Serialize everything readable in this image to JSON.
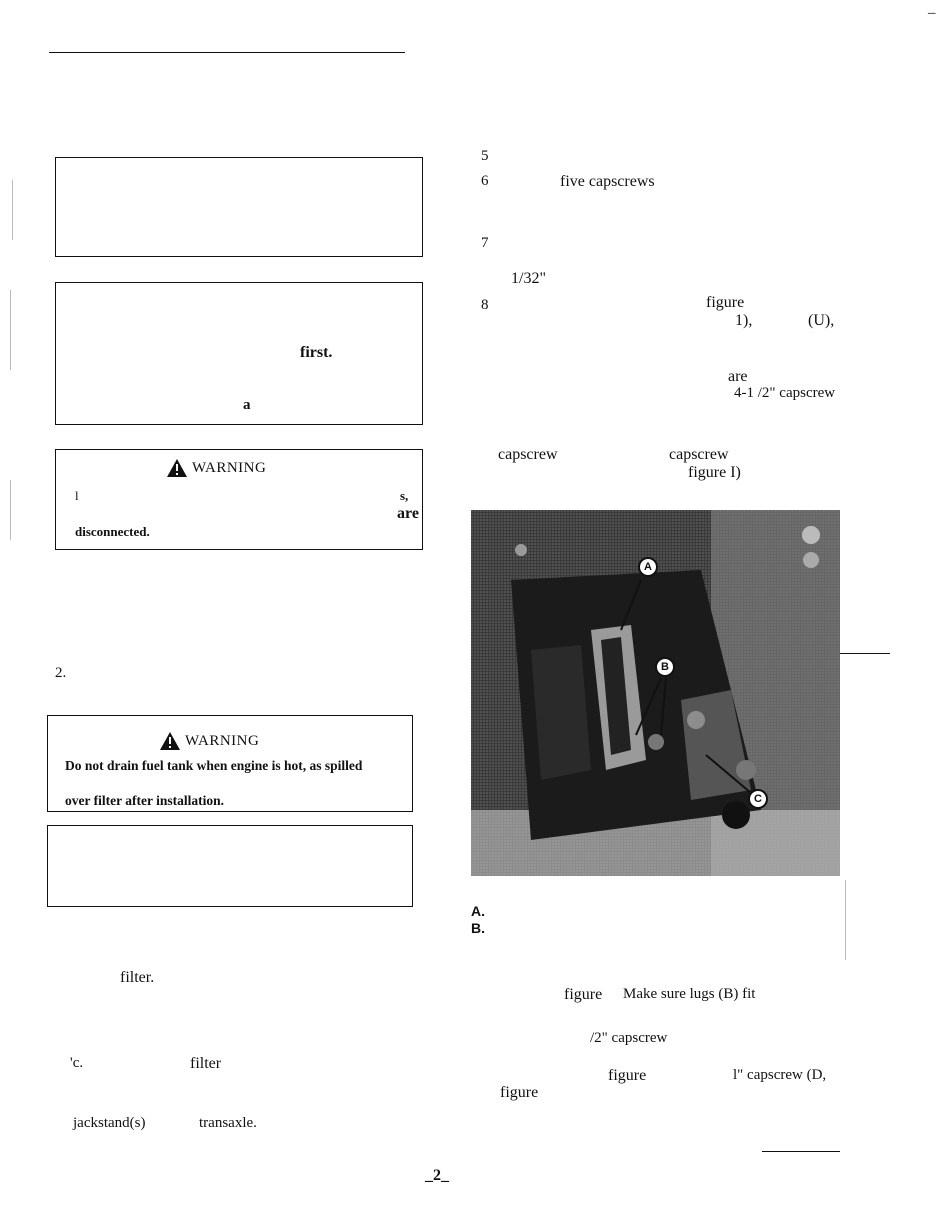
{
  "left_column": {
    "warning1": {
      "heading": "WARNING",
      "line1_start": "l",
      "line1_end": "s,",
      "line2_end": "are",
      "line3": "disconnected."
    },
    "box2": {
      "word_first": "first.",
      "letter_a": "a"
    },
    "step_2": "2.",
    "warning2": {
      "heading": "WARNING",
      "line1": "Do not drain fuel tank when engine is hot, as spilled",
      "line2": "over filter after installation."
    },
    "filter_word": "filter.",
    "step_c": "'c.",
    "step_c_filter": "filter",
    "jackstand": "jackstand(s)",
    "transaxle": "transaxle."
  },
  "right_column": {
    "step5": "5",
    "step6": "6",
    "step6_text": "five capscrews",
    "step7": "7",
    "step7_measure": "1/32\"",
    "step8": "8",
    "step8_figure": "figure",
    "step8_ref1": "1),",
    "step8_ref2": "(U),",
    "step8_are": "are",
    "step8_capscrew": "4-1 /2\" capscrew",
    "capscrew_a": "capscrew",
    "capscrew_b": "capscrew",
    "figure_ref": "figure I)",
    "caption_a": "A.",
    "caption_b": "B.",
    "figure2": "figure",
    "lugs_text": "Make sure lugs (B) fit",
    "half_capscrew": "/2\" capscrew",
    "figure3": "figure",
    "inch_capscrew": "l\" capscrew (D,",
    "figure4": "figure"
  },
  "photo": {
    "callouts": [
      "A",
      "B",
      "C"
    ]
  },
  "page_number": "_2_"
}
